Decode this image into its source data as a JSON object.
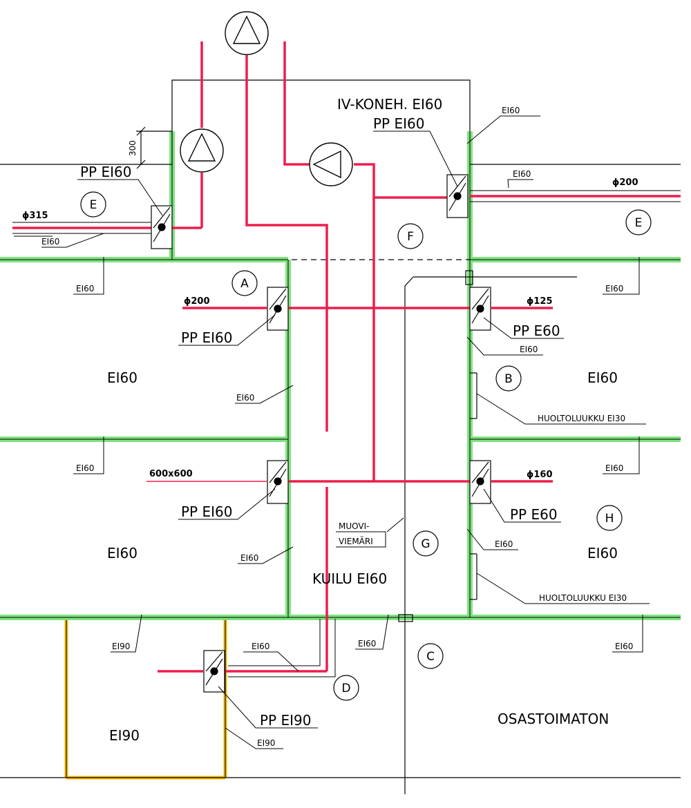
{
  "rooms": {
    "machine_room": "IV-KONEH. EI60",
    "shaft": "KUILU EI60",
    "floor2_left": "EI60",
    "floor2_right": "EI60",
    "floor1_left": "EI60",
    "floor1_right": "EI60",
    "basement_left": "EI90",
    "basement_right": "OSASTOIMATON"
  },
  "callouts": {
    "A": "A",
    "B": "B",
    "C": "C",
    "D": "D",
    "E_left": "E",
    "E_right": "E",
    "F": "F",
    "G": "G",
    "H": "H"
  },
  "dampers": {
    "pp_top_left": "PP EI60",
    "pp_machine": "PP EI60",
    "pp_f2_left": "PP EI60",
    "pp_f2_right": "PP E60",
    "pp_f1_left": "PP EI60",
    "pp_f1_right": "PP E60",
    "pp_basement": "PP EI90"
  },
  "ducts": {
    "d315": "ϕ315",
    "d200_top": "ϕ200",
    "d200_f2": "ϕ200",
    "d125": "ϕ125",
    "d160": "ϕ160",
    "d600": "600x600"
  },
  "fire_labels": {
    "l_top_left_duct": "EI60",
    "l_machine_wall": "EI60",
    "l_top_right_duct": "EI60",
    "l_f2_floor_left": "EI60",
    "l_f2_floor_right": "EI60",
    "l_f2_shaft_right": "EI60",
    "l_f2_shaft_left": "EI60",
    "l_f1_floor_left": "EI60",
    "l_f1_floor_right": "EI60",
    "l_f1_shaft_left": "EI60",
    "l_f1_shaft_right": "EI60",
    "l_b_floor_left": "EI90",
    "l_b_floor_mid": "EI60",
    "l_b_floor_right": "EI60",
    "l_b_duct": "EI60",
    "l_b_wall": "EI90"
  },
  "hatches": {
    "hatch_upper": "HUOLTOLUUKKU EI30",
    "hatch_lower": "HUOLTOLUUKKU EI30"
  },
  "misc": {
    "dim_300": "300",
    "pipe_line1": "MUOVI-",
    "pipe_line2": "VIEMÄRI"
  },
  "colors": {
    "duct_red": "#ee1d4c",
    "fire_green": "#7ee27e",
    "ei90_orange": "#f5b800",
    "line_black": "#000000"
  }
}
